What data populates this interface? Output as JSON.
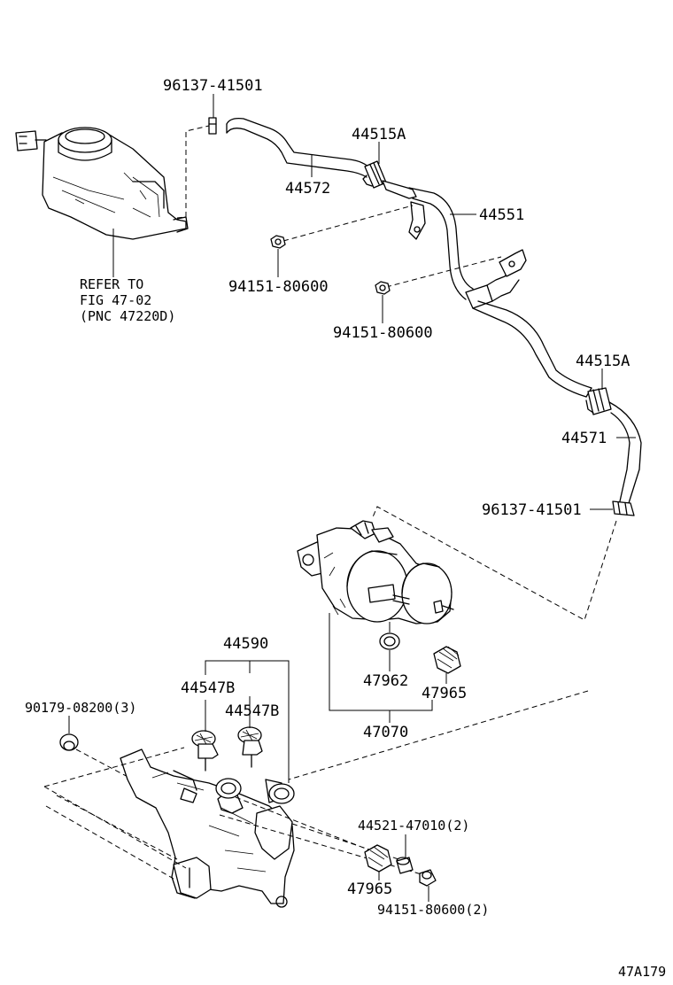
{
  "labels": {
    "pn_96137_41501_top": "96137-41501",
    "pn_44515a_top": "44515A",
    "pn_44572": "44572",
    "pn_44551": "44551",
    "pn_94151_80600_a": "94151-80600",
    "pn_94151_80600_b": "94151-80600",
    "refer_line1": "REFER TO",
    "refer_line2": "FIG 47-02",
    "refer_line3": "(PNC 47220D)",
    "pn_44515a_mid": "44515A",
    "pn_44571": "44571",
    "pn_96137_41501_mid": "96137-41501",
    "pn_44590": "44590",
    "pn_44547b_1": "44547B",
    "pn_44547b_2": "44547B",
    "pn_90179_08200": "90179-08200(3)",
    "pn_47962": "47962",
    "pn_47965_mid": "47965",
    "pn_47070": "47070",
    "pn_44521_47010": "44521-47010(2)",
    "pn_47965_bottom": "47965",
    "pn_94151_80600_2": "94151-80600(2)",
    "figure_code": "47A179"
  }
}
